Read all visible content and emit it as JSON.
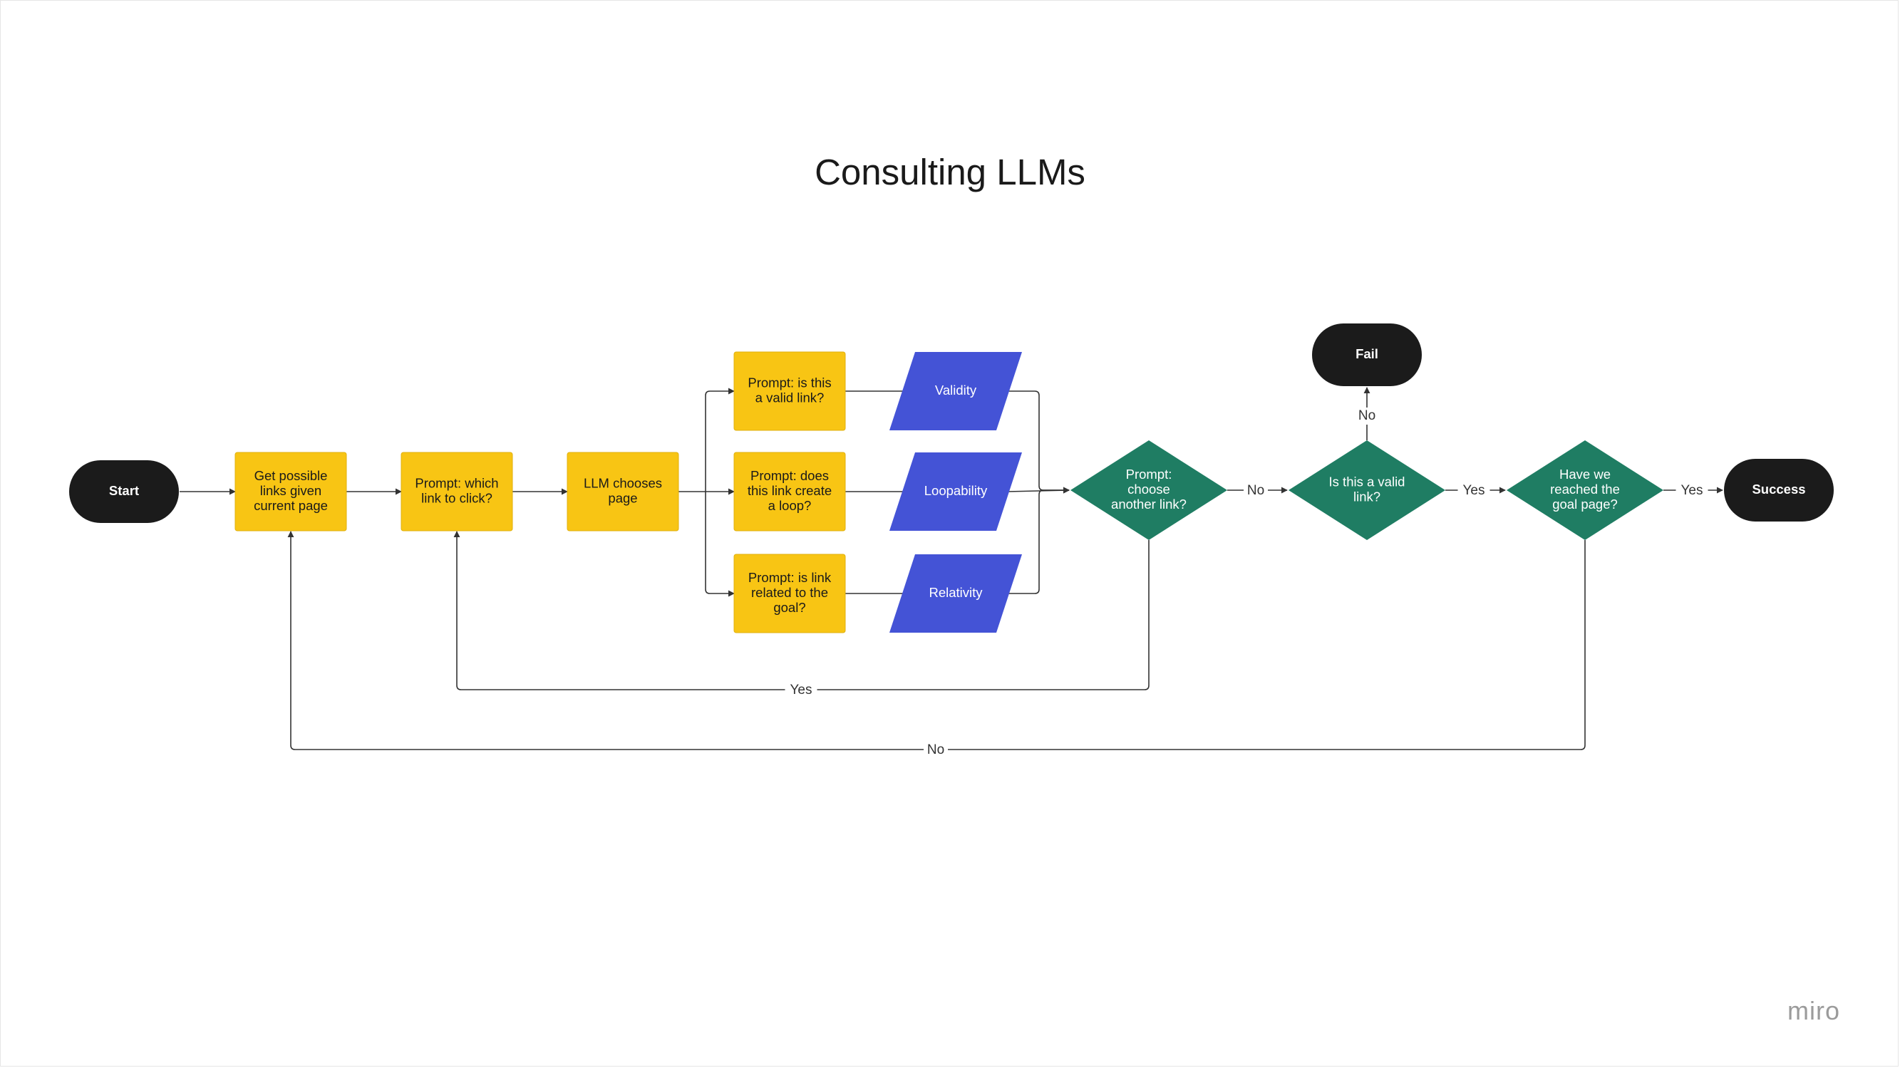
{
  "title": "Consulting LLMs",
  "watermark": "miro",
  "colors": {
    "terminal": "#1b1b1b",
    "process": "#f8c514",
    "data": "#4453d6",
    "decision": "#1f7d63",
    "connector": "#333333"
  },
  "nodes": {
    "start": {
      "lines": [
        "Start"
      ]
    },
    "get_links": {
      "lines": [
        "Get possible",
        "links given",
        "current page"
      ]
    },
    "prompt_which": {
      "lines": [
        "Prompt: which",
        "link to click?"
      ]
    },
    "llm_chooses": {
      "lines": [
        "LLM chooses",
        "page"
      ]
    },
    "prompt_valid": {
      "lines": [
        "Prompt: is this",
        "a valid link?"
      ]
    },
    "prompt_loop": {
      "lines": [
        "Prompt: does",
        "this link create",
        "a loop?"
      ]
    },
    "prompt_related": {
      "lines": [
        "Prompt: is link",
        "related to the",
        "goal?"
      ]
    },
    "validity": {
      "lines": [
        "Validity"
      ]
    },
    "loopability": {
      "lines": [
        "Loopability"
      ]
    },
    "relativity": {
      "lines": [
        "Relativity"
      ]
    },
    "choose_another": {
      "lines": [
        "Prompt:",
        "choose",
        "another link?"
      ]
    },
    "is_valid": {
      "lines": [
        "Is this a valid",
        "link?"
      ]
    },
    "reached_goal": {
      "lines": [
        "Have we",
        "reached the",
        "goal page?"
      ]
    },
    "fail": {
      "lines": [
        "Fail"
      ]
    },
    "success": {
      "lines": [
        "Success"
      ]
    }
  },
  "edge_labels": {
    "choose_no": "No",
    "valid_no": "No",
    "valid_yes": "Yes",
    "goal_yes": "Yes",
    "choose_yes": "Yes",
    "goal_no": "No"
  }
}
